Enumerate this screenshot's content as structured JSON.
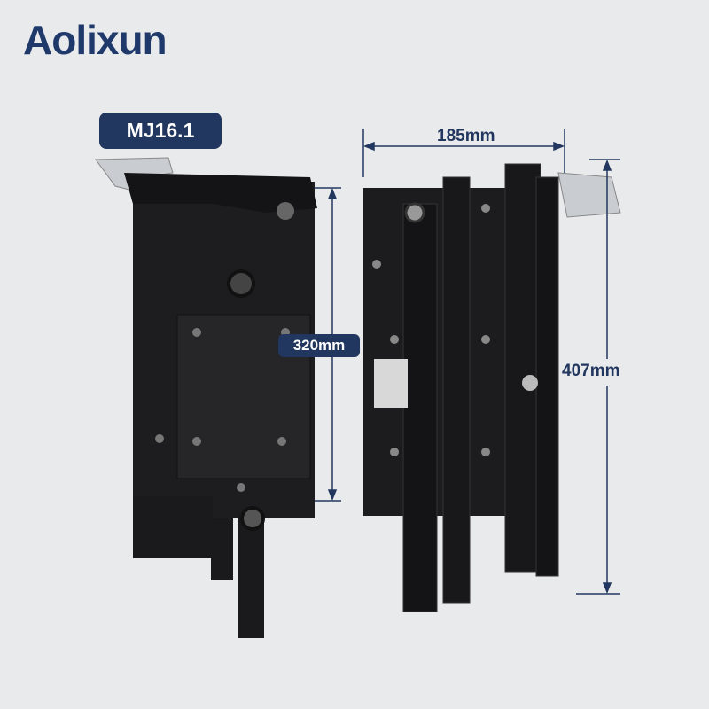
{
  "brand": {
    "name": "Aolixun",
    "color": "#1f3a6a",
    "accent": "#5b8fd0"
  },
  "model": {
    "label": "MJ16.1"
  },
  "dimensions": {
    "width": "185mm",
    "left_height": "320mm",
    "right_height": "407mm"
  }
}
